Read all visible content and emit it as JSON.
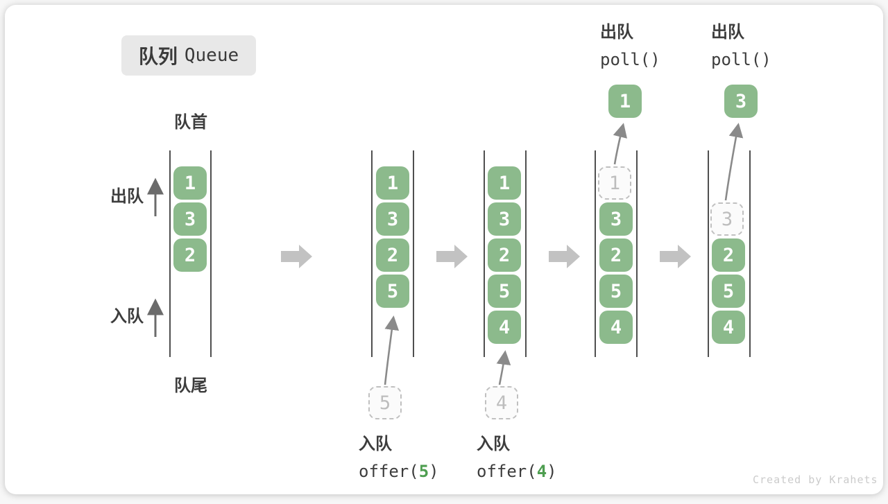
{
  "title": {
    "zh": "队列",
    "en": "Queue"
  },
  "annotations": {
    "front": "队首",
    "rear": "队尾",
    "dequeue_side": "出队",
    "enqueue_side": "入队",
    "watermark": "Created by Krahets"
  },
  "states": [
    {
      "boxes": [
        "1",
        "3",
        "2"
      ]
    },
    {
      "boxes": [
        "1",
        "3",
        "2",
        "5"
      ],
      "incoming": "5",
      "op": {
        "zh": "入队",
        "code_prefix": "offer(",
        "arg": "5",
        "code_suffix": ")"
      }
    },
    {
      "boxes": [
        "1",
        "3",
        "2",
        "5",
        "4"
      ],
      "incoming": "4",
      "op": {
        "zh": "入队",
        "code_prefix": "offer(",
        "arg": "4",
        "code_suffix": ")"
      }
    },
    {
      "ghost": "1",
      "boxes": [
        "3",
        "2",
        "5",
        "4"
      ],
      "popped": "1",
      "op": {
        "zh": "出队",
        "code": "poll()"
      }
    },
    {
      "ghost": "3",
      "boxes": [
        "2",
        "5",
        "4"
      ],
      "popped": "3",
      "op": {
        "zh": "出队",
        "code": "poll()"
      }
    }
  ],
  "colors": {
    "box_green": "#8CBA8C",
    "code_green": "#4E9E50",
    "block_arrow": "#C2C2C2",
    "curve_arrow": "#8A8A8A",
    "wall": "#4F4F4F",
    "text": "#3D3D3D",
    "ghost_border": "#C0C0C0",
    "ghost_text": "#BDBDBD",
    "title_bg": "#E8E8E8",
    "watermark": "#CBCBCB"
  }
}
